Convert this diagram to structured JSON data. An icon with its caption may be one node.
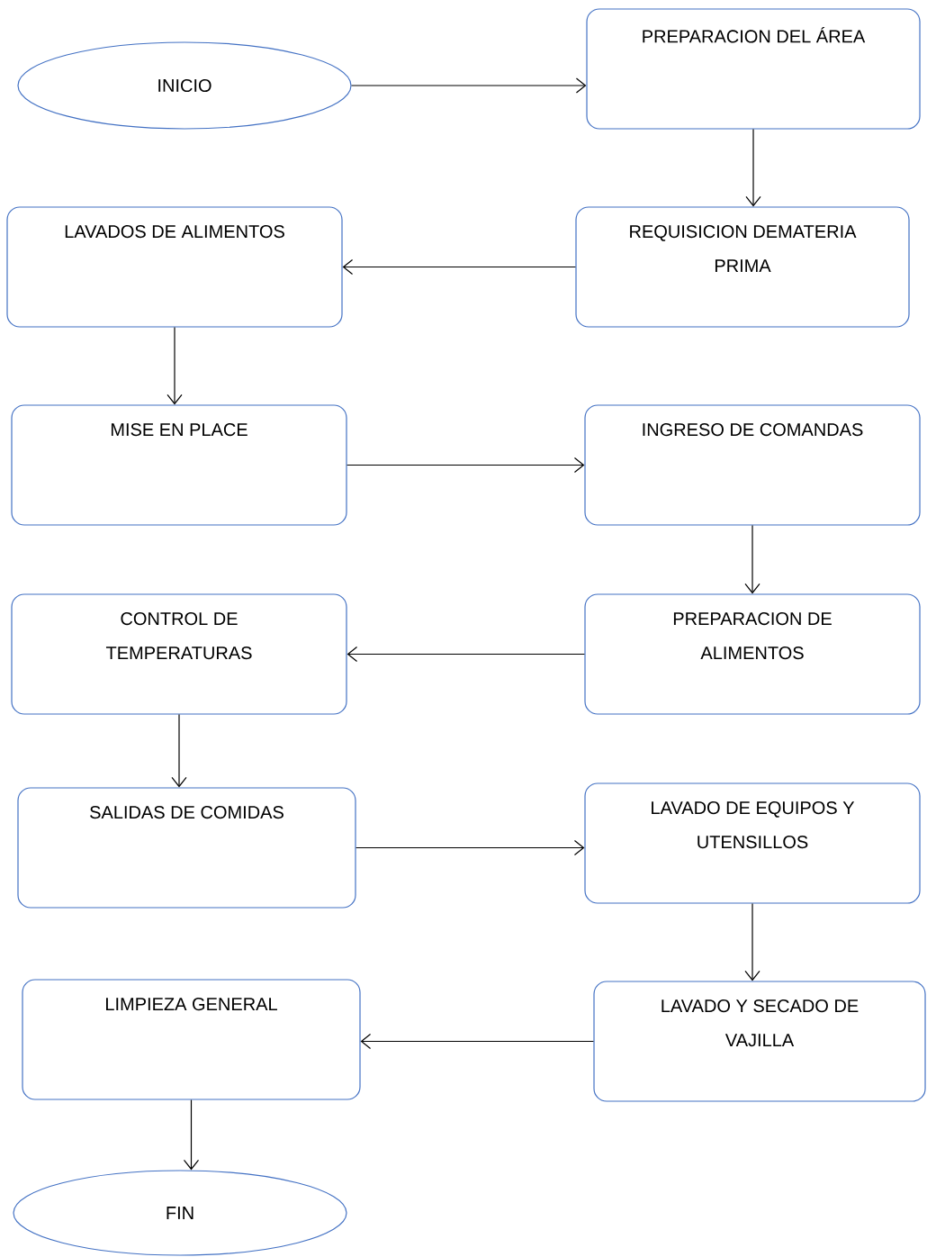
{
  "diagram": {
    "nodes": [
      {
        "text": [
          "INICIO"
        ]
      },
      {
        "text": [
          "PREPARACION DEL ÁREA"
        ]
      },
      {
        "text": [
          "REQUISICION DEMATERIA PRIMA"
        ]
      },
      {
        "text": [
          "LAVADOS DE ALIMENTOS"
        ]
      },
      {
        "text": [
          "MISE EN PLACE"
        ]
      },
      {
        "text": [
          "INGRESO DE COMANDAS"
        ]
      },
      {
        "text": [
          "PREPARACION DE ALIMENTOS"
        ]
      },
      {
        "text": [
          "CONTROL DE TEMPERATURAS"
        ]
      },
      {
        "text": [
          "SALIDAS DE COMIDAS"
        ]
      },
      {
        "text": [
          "LAVADO DE EQUIPOS Y UTENSILLOS"
        ]
      },
      {
        "text": [
          "LAVADO Y SECADO DE VAJILLA"
        ]
      },
      {
        "text": [
          "LIMPIEZA GENERAL"
        ]
      },
      {
        "text": [
          "FIN"
        ]
      }
    ],
    "edges": [
      {
        "from": 0,
        "to": 1,
        "arrow": "to"
      },
      {
        "from": 1,
        "to": 2,
        "arrow": "to"
      },
      {
        "from": 2,
        "to": 3,
        "arrow": "to"
      },
      {
        "from": 3,
        "to": 4,
        "arrow": "to"
      },
      {
        "from": 4,
        "to": 5,
        "arrow": "to"
      },
      {
        "from": 5,
        "to": 6,
        "arrow": "to"
      },
      {
        "from": 6,
        "to": 7,
        "arrow": "to"
      },
      {
        "from": 7,
        "to": 8,
        "arrow": "to"
      },
      {
        "from": 8,
        "to": 9,
        "arrow": "to"
      },
      {
        "from": 9,
        "to": 10,
        "arrow": "to"
      },
      {
        "from": 10,
        "to": 11,
        "arrow": "to"
      },
      {
        "from": 11,
        "to": 12,
        "arrow": "to"
      }
    ]
  }
}
